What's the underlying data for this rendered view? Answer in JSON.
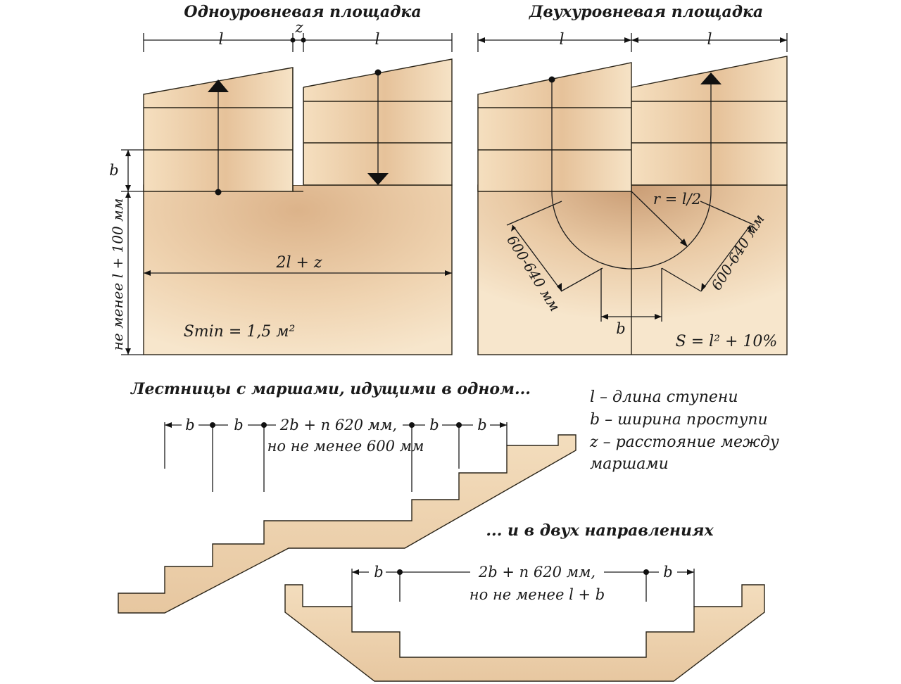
{
  "titles": {
    "single": "Одноуровневая площадка",
    "double": "Двухуровневая площадка",
    "same_dir": "Лестницы с маршами, идущими в одном...",
    "two_dir": "... и в двух направлениях"
  },
  "single_landing": {
    "l_left": "l",
    "z": "z",
    "l_right": "l",
    "b": "b",
    "height_label": "не менее l + 100 мм",
    "width_label": "2l + z",
    "area_label": "Smin = 1,5 м²"
  },
  "double_landing": {
    "l_left": "l",
    "l_right": "l",
    "radius": "r = l/2",
    "left_diag": "600-640 мм",
    "right_diag": "600-640 мм",
    "b": "b",
    "area_label": "S = l² + 10%"
  },
  "legend": [
    "l – длина ступени",
    "b – ширина проступи",
    "z – расстояние между",
    "маршами"
  ],
  "straight_stair": {
    "b1": "b",
    "b2": "b",
    "center_line1": "2b + n 620 мм,",
    "center_line2": "но не менее 600 мм",
    "b3": "b",
    "b4": "b"
  },
  "turn_stair": {
    "b_left": "b",
    "center_line1": "2b + n 620 мм,",
    "center_line2": "но не менее l + b",
    "b_right": "b"
  }
}
